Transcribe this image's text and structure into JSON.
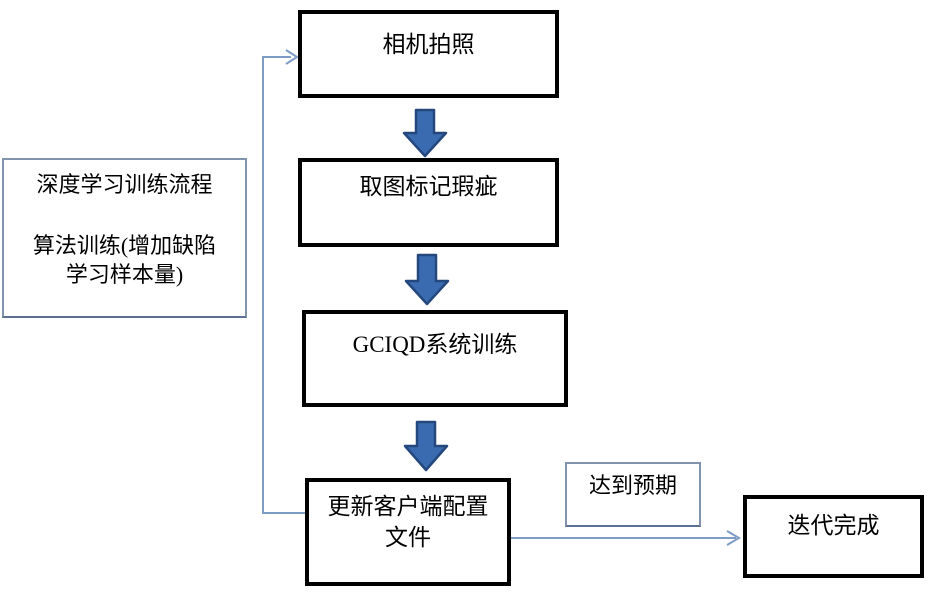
{
  "diagram": {
    "colors": {
      "background": "#ffffff",
      "box_border": "#000000",
      "note_border": "#8193ad",
      "arrow_fill": "#3a6bb0",
      "arrow_stroke": "#24477d",
      "connector": "#7e9cc6",
      "text": "#000000"
    },
    "nodes": {
      "camera": {
        "label": "相机拍照"
      },
      "mark_defects": {
        "label": "取图标记瑕疵"
      },
      "system_training": {
        "label": "GCIQD系统训练"
      },
      "update_config": {
        "line1": "更新客户端配置",
        "line2": "文件"
      },
      "iteration_done": {
        "label": "迭代完成"
      }
    },
    "side_note": {
      "lines": [
        "深度学习训练流程",
        "算法训练(增加缺陷",
        "学习样本量)"
      ]
    },
    "edge_labels": {
      "expectation": "达到预期"
    },
    "icons": {
      "down_arrow": "block-arrow-down",
      "arrowhead": "chevron-right"
    },
    "edges": [
      {
        "from": "camera",
        "to": "mark_defects",
        "type": "block-arrow"
      },
      {
        "from": "mark_defects",
        "to": "system_training",
        "type": "block-arrow"
      },
      {
        "from": "system_training",
        "to": "update_config",
        "type": "block-arrow"
      },
      {
        "from": "update_config",
        "to": "camera",
        "type": "feedback-line"
      },
      {
        "from": "update_config",
        "to": "iteration_done",
        "type": "arrow-line",
        "label": "达到预期"
      }
    ]
  }
}
